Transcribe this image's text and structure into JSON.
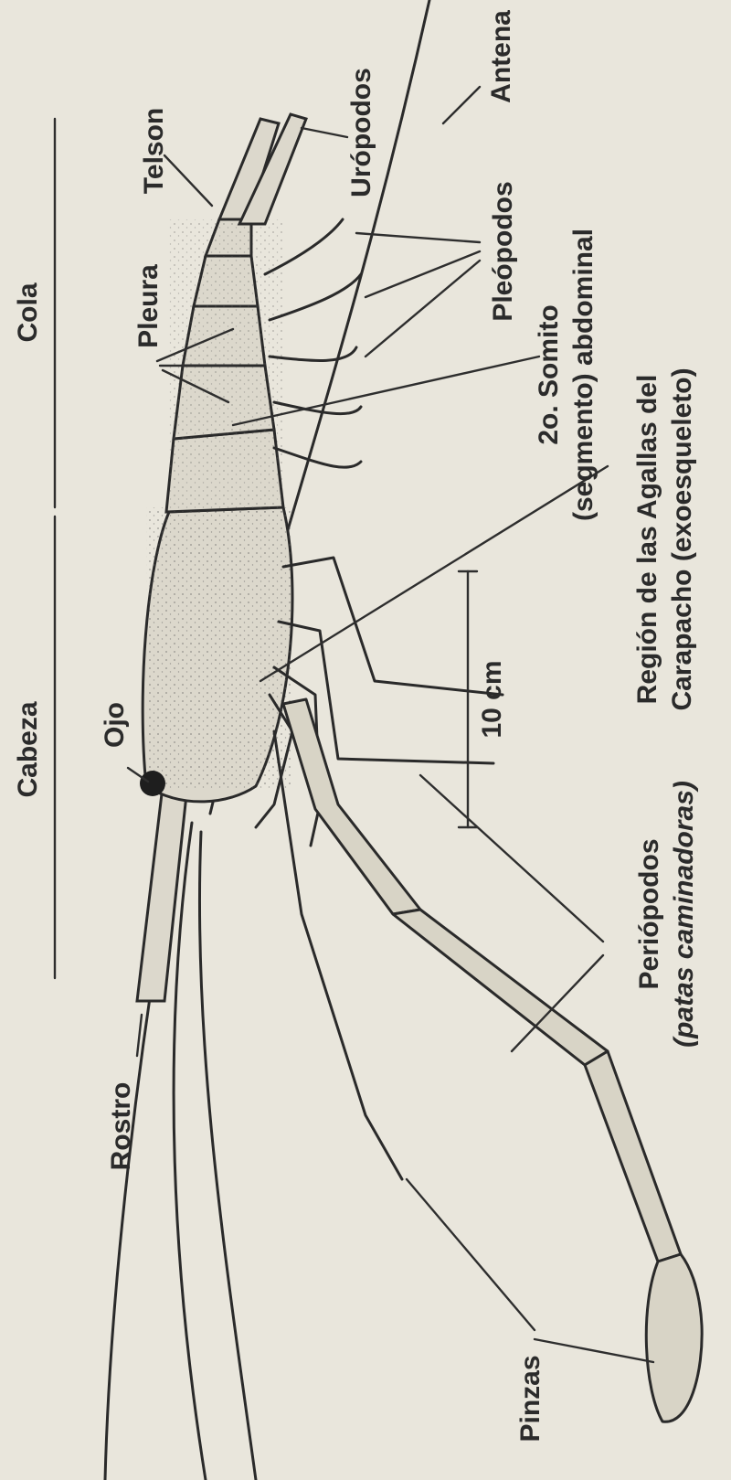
{
  "colors": {
    "paper": "#e9e6dc",
    "ink": "#2a2a2a",
    "body_fill": "#dcd8cc"
  },
  "labels": {
    "cola": "Cola",
    "cabeza": "Cabeza",
    "telson": "Telson",
    "uropodos": "Urópodos",
    "antena": "Antena",
    "pleura": "Pleura",
    "pleopodos": "Pleópodos",
    "somito_line1": "2o. Somito",
    "somito_line2": "(segmento) abdominal",
    "agallas_line1": "Región de las Agallas del",
    "agallas_line2": "Carapacho (exoesqueleto)",
    "ojo": "Ojo",
    "scale": "10 cm",
    "periopodos_line1": "Periópodos",
    "periopodos_line2": "(patas caminadoras)",
    "rostro": "Rostro",
    "pinzas": "Pinzas"
  }
}
